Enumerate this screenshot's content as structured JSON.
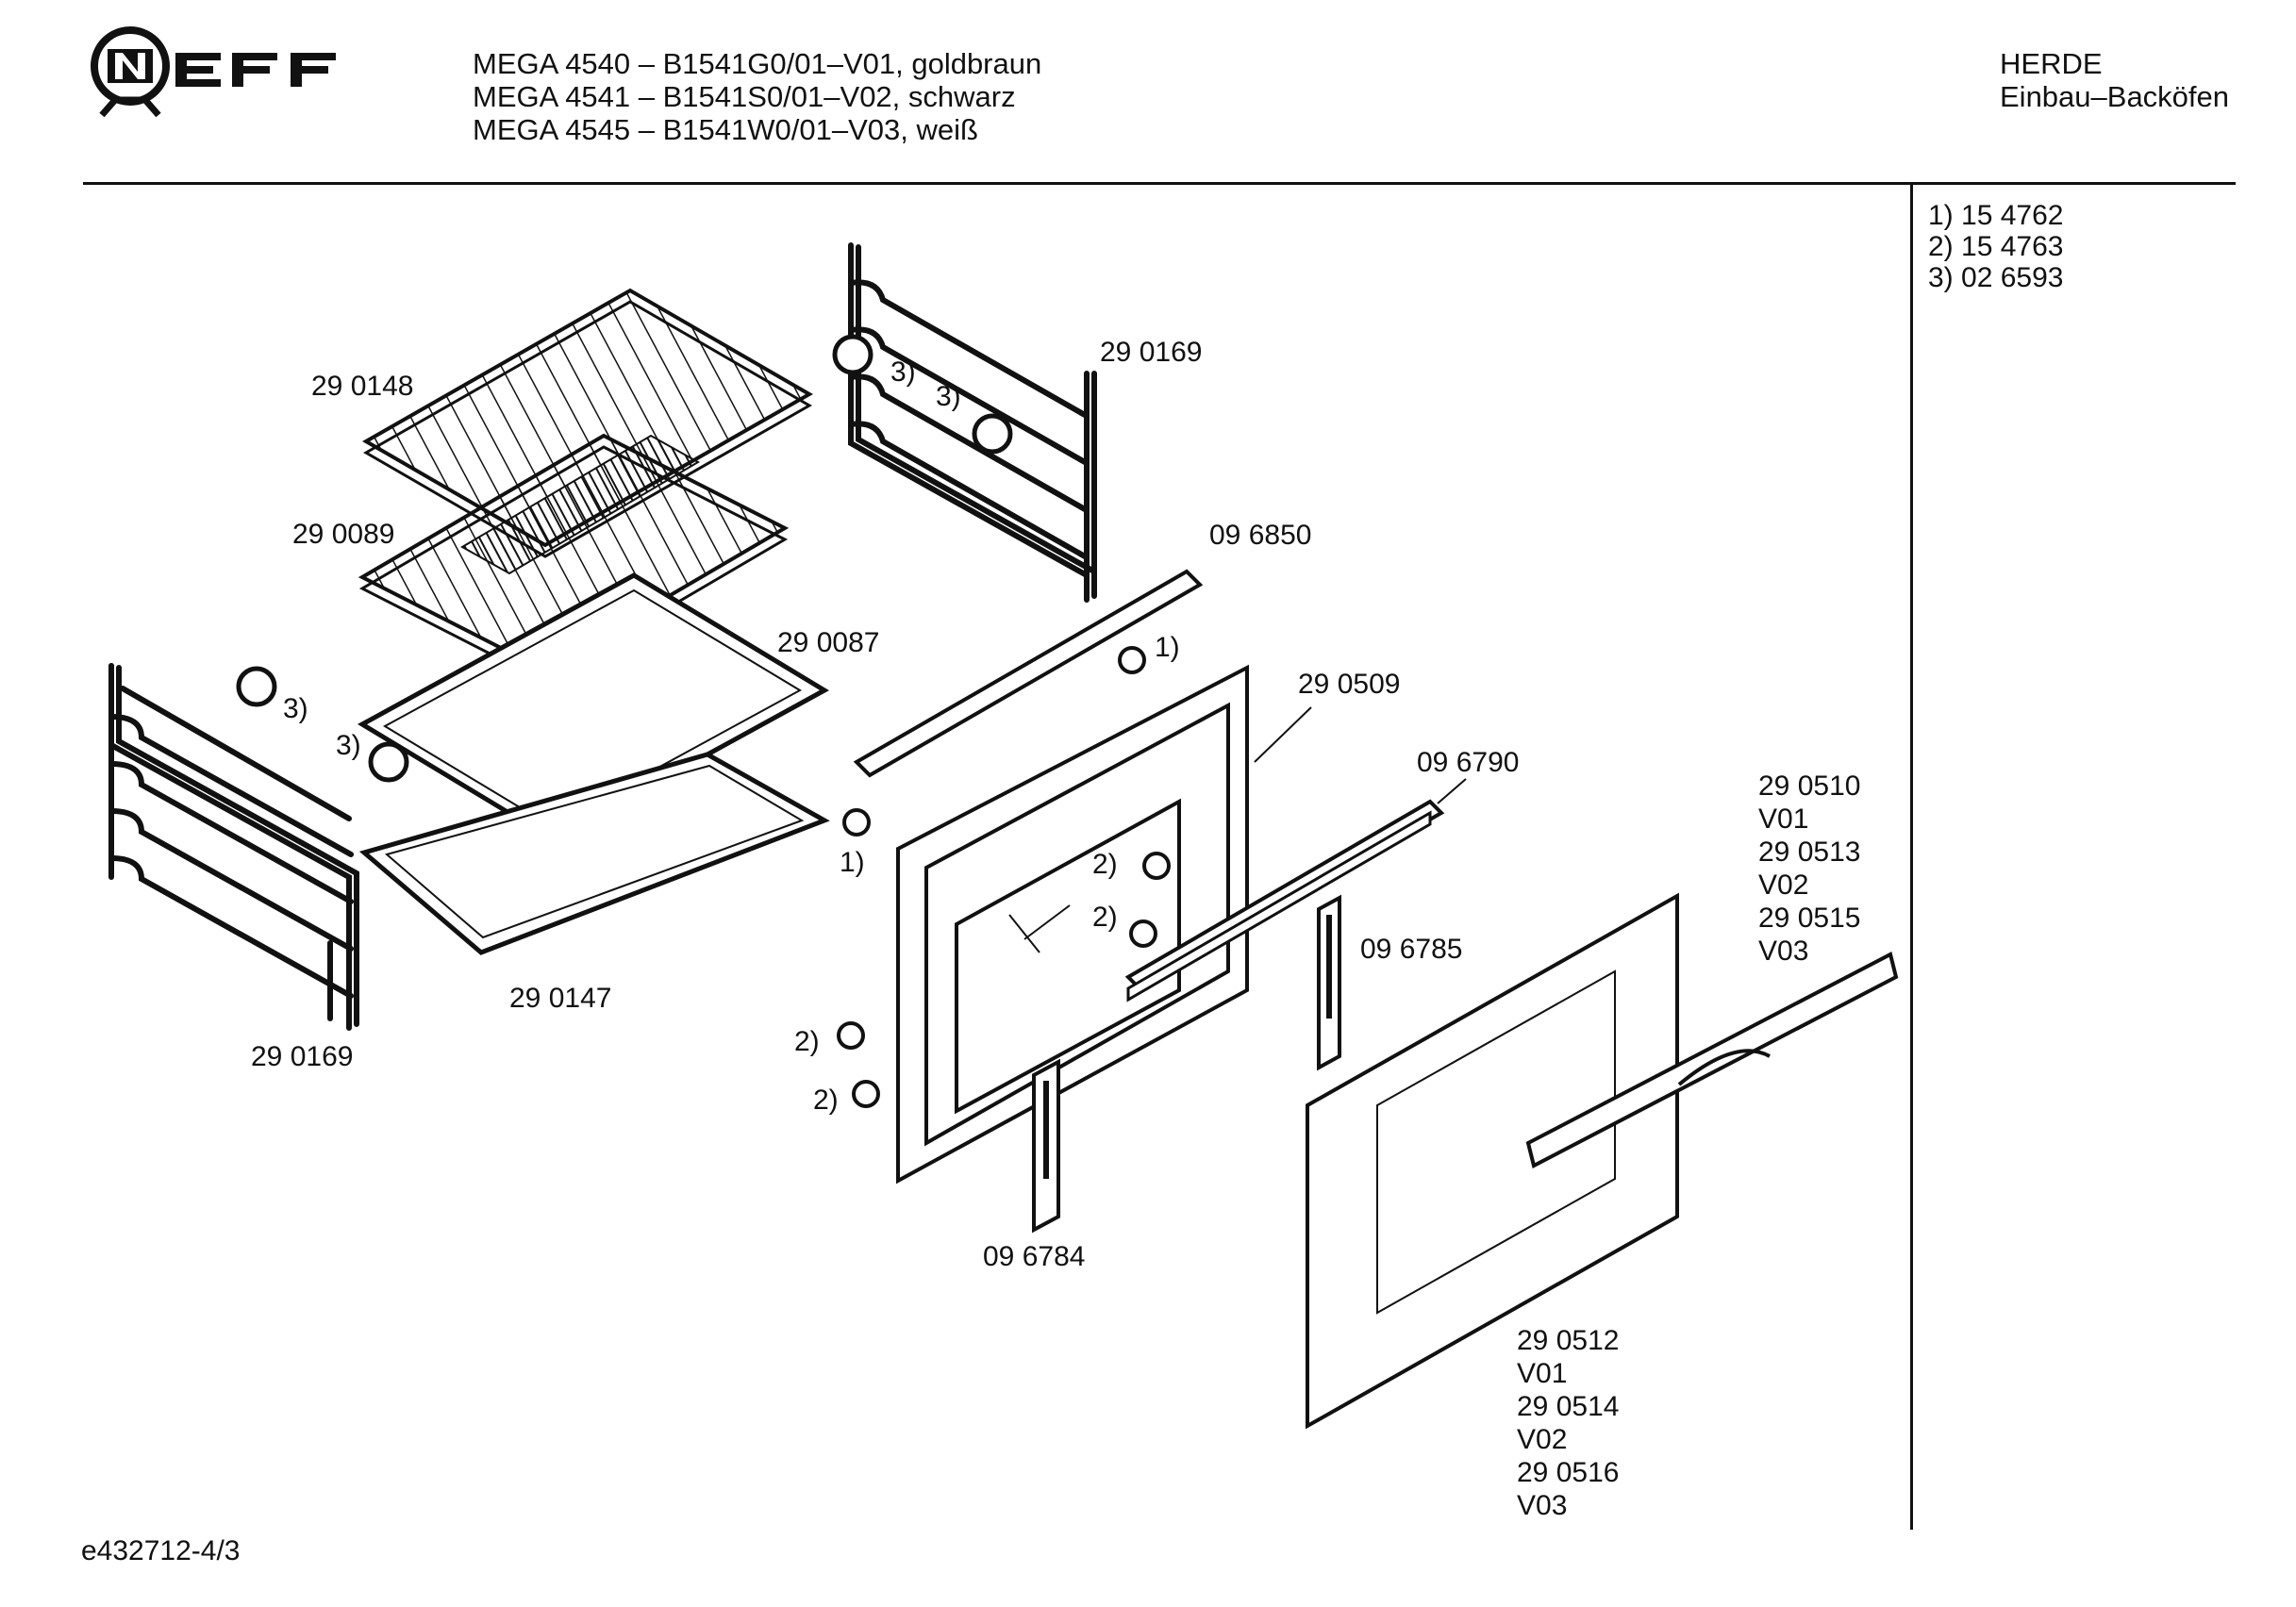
{
  "logo": {
    "brand": "NEFF"
  },
  "header": {
    "models": [
      "MEGA 4540 – B1541G0/01–V01, goldbraun",
      "MEGA 4541 – B1541S0/01–V02, schwarz",
      "MEGA 4545 – B1541W0/01–V03, weiß"
    ],
    "category": "HERDE",
    "subcategory": "Einbau–Backöfen"
  },
  "notes": [
    "1)  15 4762",
    "2)  15 4763",
    "3)  02 6593"
  ],
  "parts": {
    "rack_top": "29 0148",
    "rack_mid": "29 0089",
    "tray_upper": "29 0087",
    "tray_lower": "29 0147",
    "rail_right": "29 0169",
    "rail_left": "29 0169",
    "seal_strip": "09 6850",
    "door_frame": "29 0509",
    "hinge_rail": "09 6790",
    "hinge_right": "09 6785",
    "hinge_left": "09 6784",
    "door_glass_group": [
      "29 0512",
      "V01",
      "29 0514",
      "V02",
      "29 0516",
      "V03"
    ],
    "handle_group": [
      "29 0510",
      "V01",
      "29 0513",
      "V02",
      "29 0515",
      "V03"
    ]
  },
  "callouts": {
    "c3": "3)",
    "c1": "1)",
    "c2": "2)"
  },
  "footer": {
    "drawing_id": "e432712-4/3"
  }
}
